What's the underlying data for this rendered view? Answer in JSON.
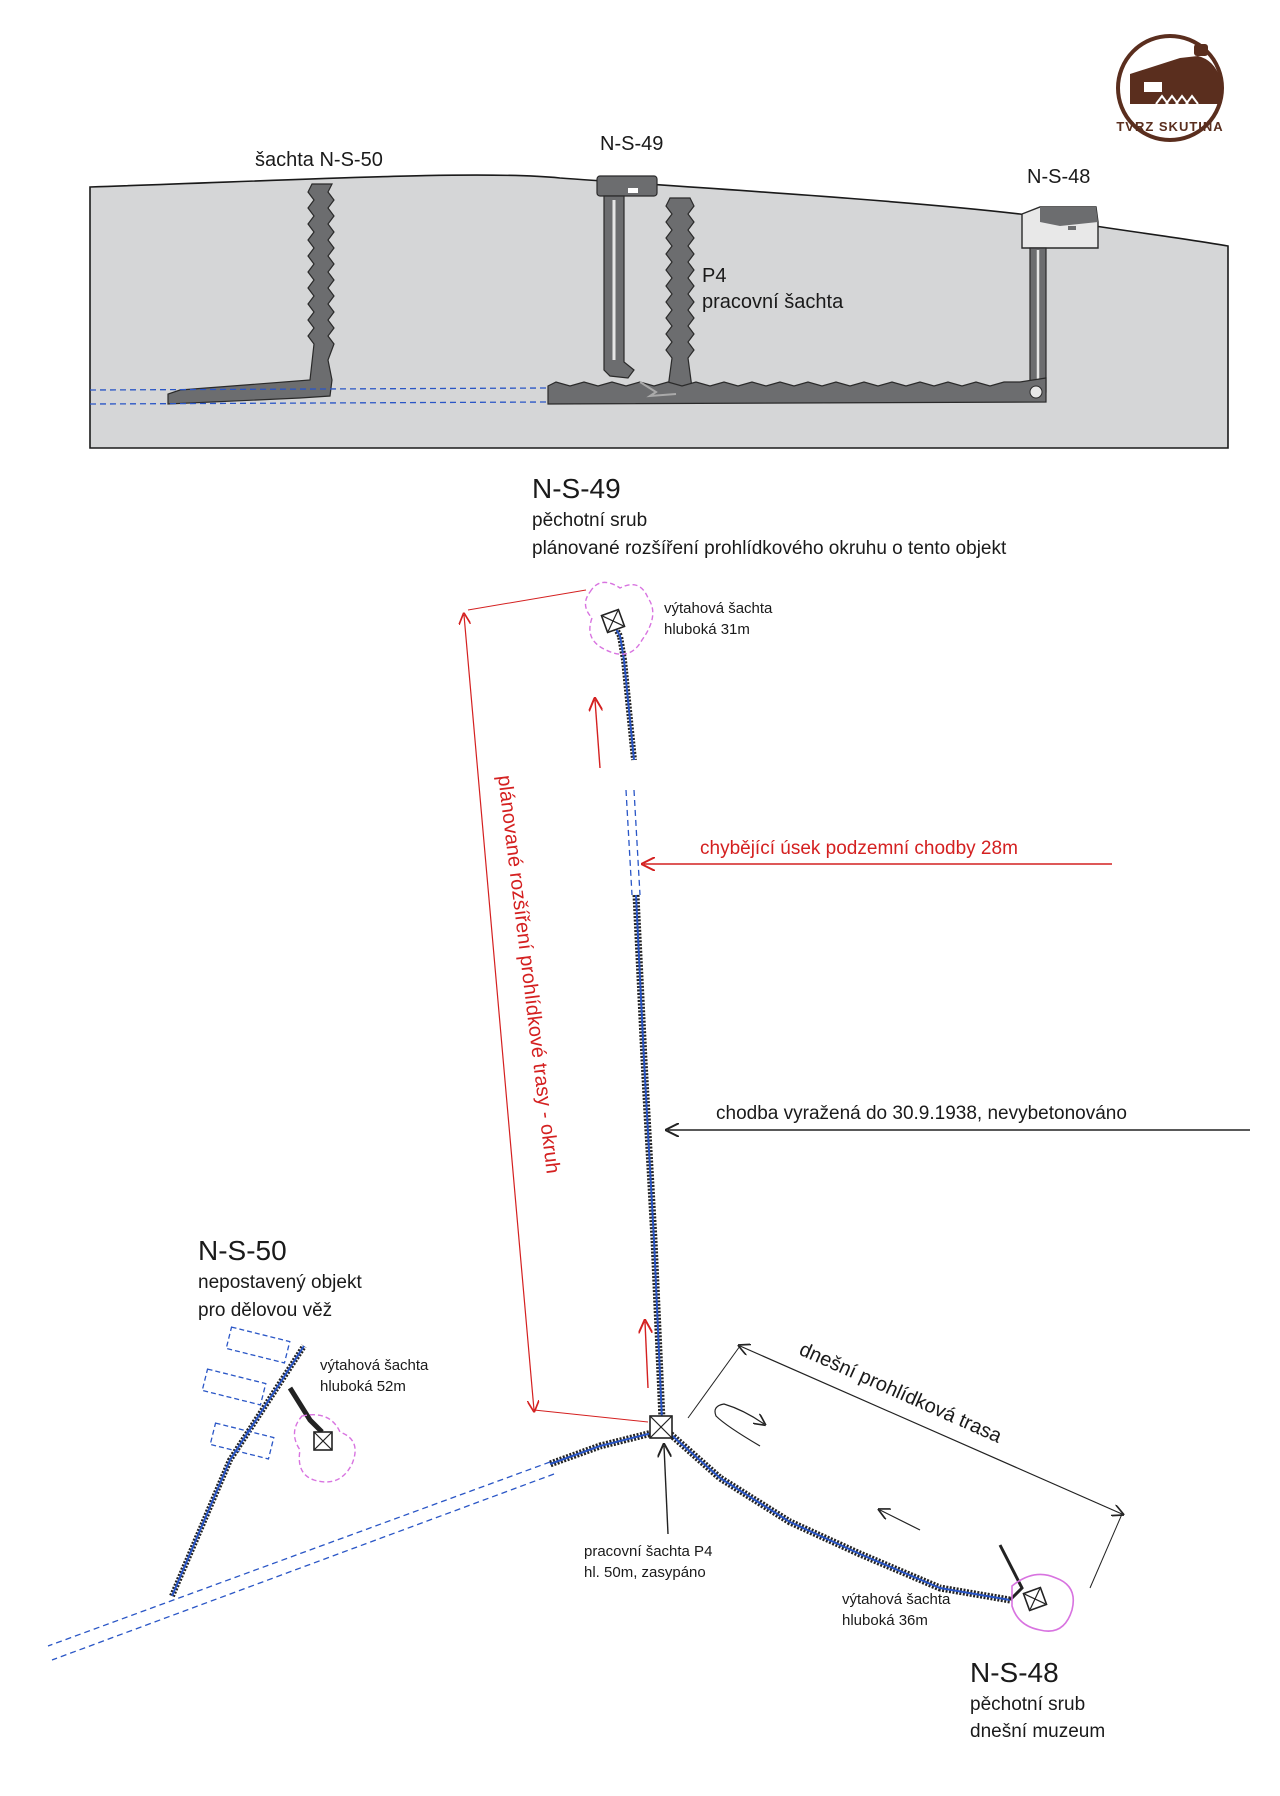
{
  "logo": {
    "text": "TVRZ SKUTINA",
    "color": "#5a2e1e",
    "icon": "bunker-logo-icon"
  },
  "section": {
    "label_n_s_50": "šachta N-S-50",
    "label_n_s_49": "N-S-49",
    "label_n_s_48": "N-S-48",
    "label_p4_title": "P4",
    "label_p4_sub": "pracovní šachta"
  },
  "plan": {
    "n_s_49": {
      "name": "N-S-49",
      "type": "pěchotní srub",
      "note": "plánované rozšíření prohlídkového okruhu o tento objekt",
      "shaft_label": "výtahová šachta",
      "shaft_depth": "hluboká 31m"
    },
    "n_s_50": {
      "name": "N-S-50",
      "line1": "nepostavený objekt",
      "line2": "pro dělovou věž",
      "shaft_label": "výtahová šachta",
      "shaft_depth": "hluboká 52m"
    },
    "n_s_48": {
      "name": "N-S-48",
      "type": "pěchotní srub",
      "note": "dnešní muzeum",
      "shaft_label": "výtahová šachta",
      "shaft_depth": "hluboká 36m"
    },
    "p4": {
      "line1": "pracovní šachta P4",
      "line2": "hl. 50m, zasypáno"
    },
    "missing_section": "chybějící úsek podzemní chodby 28m",
    "excavated": "chodba vyražená do 30.9.1938, nevybetonováno",
    "current_route": "dnešní prohlídková trasa",
    "planned_route": "plánované rozšíření prohlídkové trasy - okruh"
  },
  "colors": {
    "ground": "#d5d6d7",
    "concrete": "#6c6d6f",
    "tunnel_blue": "#2a56c6",
    "planned_red": "#d42020",
    "magenta": "#d873e0"
  }
}
